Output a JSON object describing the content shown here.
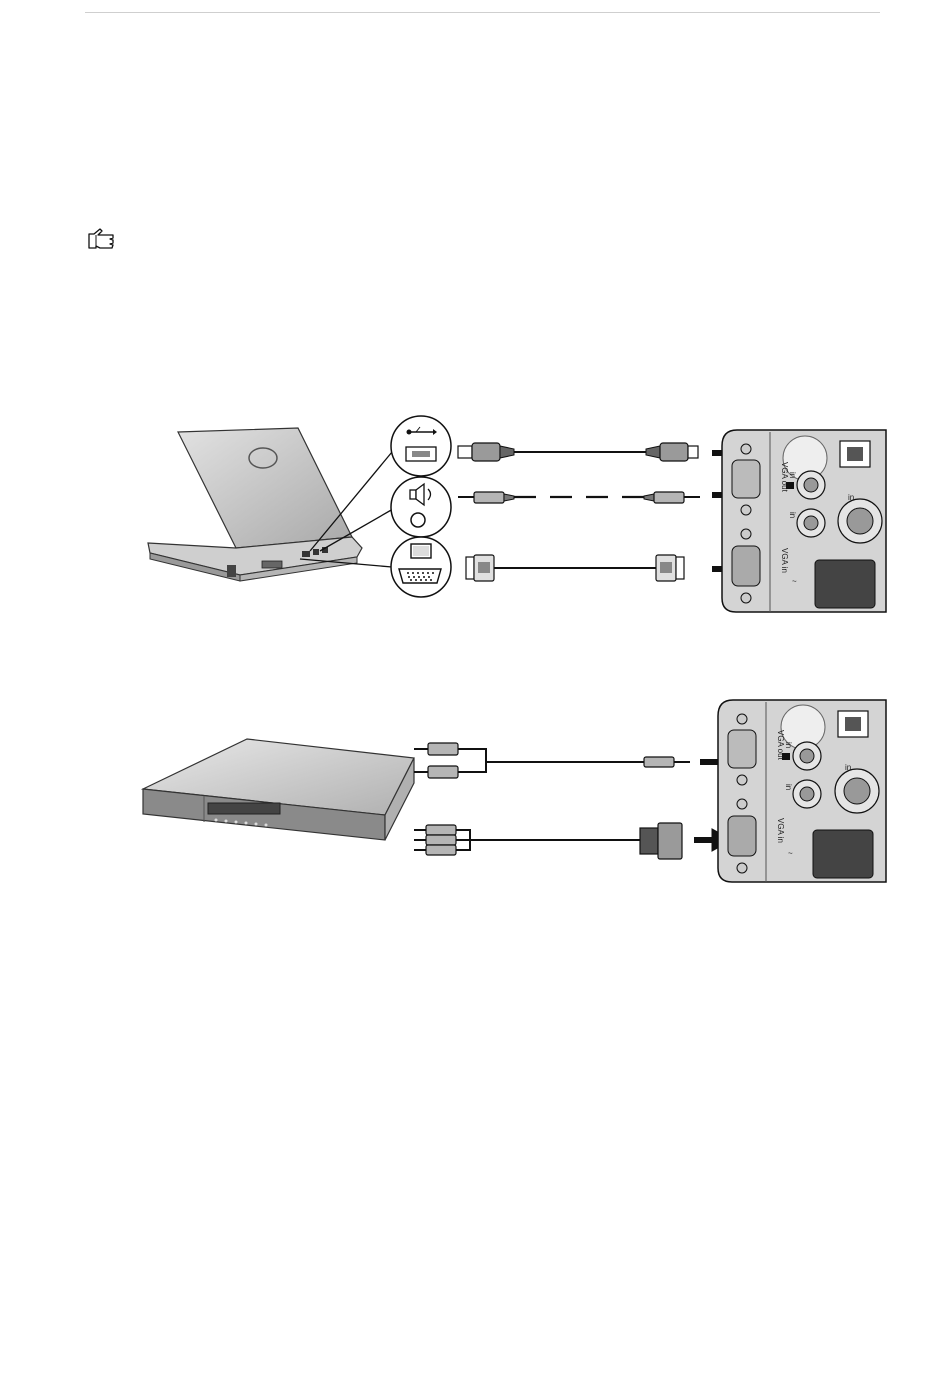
{
  "note": {
    "icon": "pointing-hand-icon"
  },
  "diagram1": {
    "source": "laptop",
    "connectors": [
      {
        "icon": "usb-icon",
        "cable": "usb-cable"
      },
      {
        "icon": "speaker-icon",
        "cable": "audio-cable"
      },
      {
        "icon": "monitor-icon",
        "cable": "vga-cable"
      }
    ],
    "panel_labels": {
      "vga_out": "VGA out",
      "vga_in": "VGA in",
      "audio_in": "in",
      "video_in": "in",
      "svideo_in": "in",
      "ac": "~"
    }
  },
  "diagram2": {
    "source": "dvd-player",
    "panel_labels": {
      "vga_out": "VGA out",
      "vga_in": "VGA in",
      "audio_in": "in",
      "video_in": "in",
      "svideo_in": "in",
      "ac": "~"
    }
  },
  "colors": {
    "line": "#111111",
    "panel_fill": "#d4d4d4",
    "device_fill": "#c9c9c9"
  }
}
